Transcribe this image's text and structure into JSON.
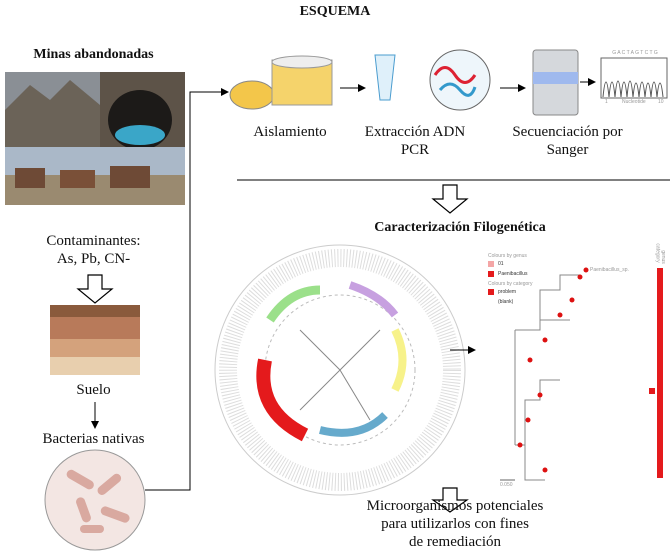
{
  "title": "ESQUEMA",
  "left": {
    "heading": "Minas abandonadas",
    "contaminants_label": "Contaminantes:",
    "contaminants": "As, Pb, CN-",
    "soil": "Suelo",
    "bacteria": "Bacterias nativas"
  },
  "steps": [
    {
      "label": "Aislamiento"
    },
    {
      "label": "Extracción ADN\nPCR"
    },
    {
      "label": "Secuenciación por\nSanger"
    }
  ],
  "chromatogram": {
    "sequence": "G A C T A G T C T G",
    "xlabel": "Nucleotide",
    "start": "1",
    "end": "10"
  },
  "phylo_heading": "Caracterización Filogenética",
  "legend": {
    "genus_title": "Colours by genus",
    "genus": [
      {
        "label": "01",
        "color": "#f4a6a6"
      },
      {
        "label": "Paenibacillus",
        "color": "#e41a1c"
      }
    ],
    "category_title": "Colours by category",
    "category": [
      {
        "label": "problem",
        "color": "#e41a1c"
      },
      {
        "label": "(blank)",
        "color": "#ffffff"
      }
    ],
    "col_labels": [
      "category",
      "genus"
    ],
    "scale": "0.050",
    "leaf": "Paenibacillus_sp."
  },
  "conclusion": "Microorganismos potenciales\npara utilizarlos con fines\nde remediación"
}
